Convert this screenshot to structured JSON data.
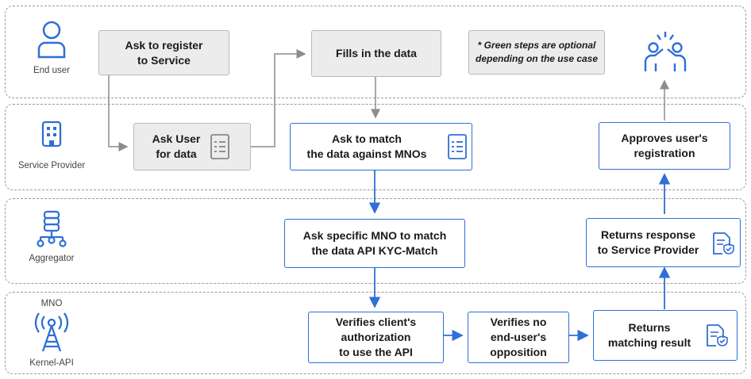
{
  "colors": {
    "accent_blue": "#2f6fd6",
    "grey_box": "#ececec",
    "arrow_grey": "#8c8c8c"
  },
  "lanes": [
    {
      "label": "End user",
      "icon": "person-icon"
    },
    {
      "label": "Service Provider",
      "icon": "building-icon"
    },
    {
      "label": "Aggregator",
      "icon": "database-network-icon"
    },
    {
      "label_top": "MNO",
      "label": "Kernel-API",
      "icon": "antenna-icon"
    }
  ],
  "steps": {
    "ask_register": "Ask to register\nto Service",
    "fills_data": "Fills in the data",
    "note": "* Green steps are optional\ndepending on the use case",
    "ask_user": "Ask User\nfor data",
    "ask_match": "Ask to match\nthe data against MNOs",
    "approves": "Approves user's\nregistration",
    "ask_specific": "Ask specific MNO to match\nthe data API KYC-Match",
    "returns_response": "Returns response\nto Service Provider",
    "verifies_auth": "Verifies client's\nauthorization\nto use the API",
    "verifies_no": "Verifies no\nend-user's\nopposition",
    "returns_matching": "Returns\nmatching result"
  },
  "icons": [
    "people-celebrate-icon",
    "checklist-icon",
    "document-check-icon"
  ]
}
